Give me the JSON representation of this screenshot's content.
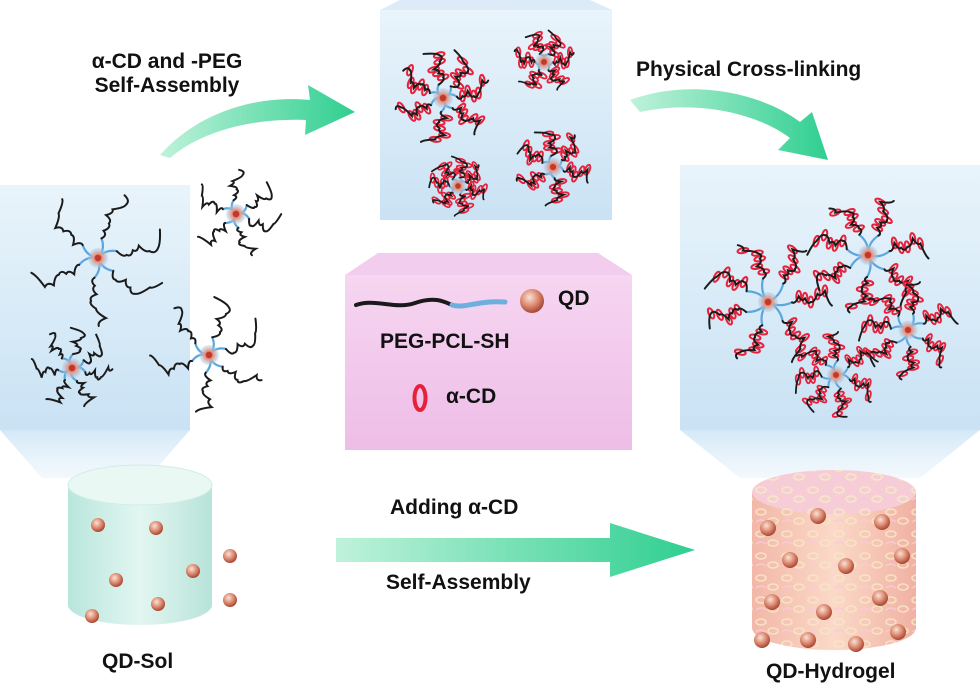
{
  "labels": {
    "top_left_line1": "α-CD and -PEG",
    "top_left_line2": "Self-Assembly",
    "top_right": "Physical Cross-linking",
    "bottom_arrow_top": "Adding α-CD",
    "bottom_arrow_bottom": "Self-Assembly",
    "left_cylinder": "QD-Sol",
    "right_cylinder": "QD-Hydrogel"
  },
  "legend": {
    "polymer": "PEG-PCL-SH",
    "qd": "QD",
    "ring": "α-CD"
  },
  "colors": {
    "panel_blue": "#d6eaf7",
    "panel_pink": "#f2c6ec",
    "arrow_green": "#35d89a",
    "qd_red": "#c0392b",
    "ring_red": "#e8203a",
    "arm_blue": "#5aa7de",
    "hydrogel_pink": "#f3b3b3"
  }
}
